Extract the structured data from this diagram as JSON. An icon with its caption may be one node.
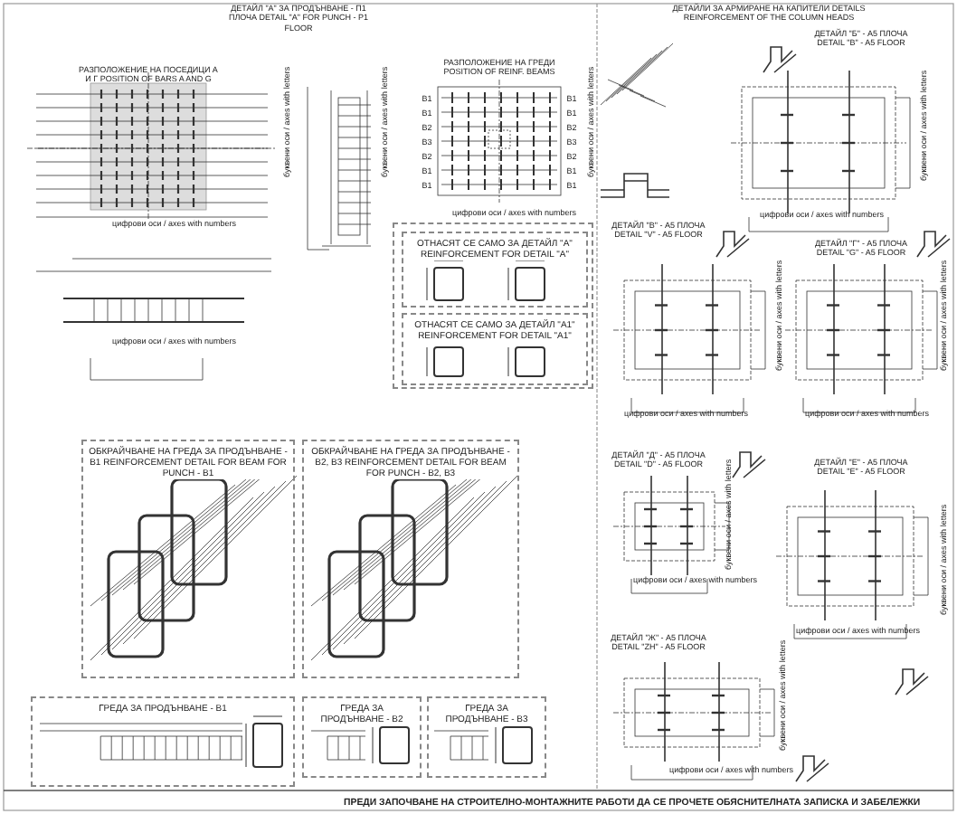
{
  "diagram": {
    "nodes": [
      {
        "text": [],
        "shape": "box"
      },
      {
        "text": [
          "ОТНАСЯТ СЕ САМО ЗА ДЕТАЙЛ \"А\" REINFORCEMENT FOR DETAIL \"A\""
        ],
        "in": 0
      },
      {
        "text": [
          "ОТНАСЯТ СЕ САМО ЗА ДЕТАЙЛ \"А1\" REINFORCEMENT FOR DETAIL \"A1\""
        ],
        "in": 0
      },
      {
        "text": [
          "ОБКРАЙЧВАНЕ НА ГРЕДА ЗА ПРОДЪНВАНЕ - B1 REINFORCEMENT DETAIL FOR BEAM FOR PUNCH - B1"
        ]
      },
      {
        "text": [
          "ОБКРАЙЧВАНЕ НА ГРЕДА ЗА ПРОДЪНВАНЕ - B2, B3 REINFORCEMENT DETAIL FOR BEAM FOR PUNCH - B2, B3"
        ]
      },
      {
        "text": [
          "ГРЕДА ЗА ПРОДЪНВАНЕ - B1"
        ]
      },
      {
        "text": [
          "ГРЕДА ЗА ПРОДЪНВАНЕ - B2"
        ]
      },
      {
        "text": [
          "ГРЕДА ЗА ПРОДЪНВАНЕ - B3"
        ]
      }
    ],
    "edges": [],
    "labels": [
      "ДЕТАЙЛ \"А\" ЗА ПРОДЪНВАНЕ - П1 ПЛОЧА DETAIL \"A\" FOR PUNCH - P1 FLOOR",
      "РАЗПОЛОЖЕНИЕ НА ПОСЕДИЦИ А И Г POSITION OF BARS A AND G",
      "буквени оси / axes with letters",
      "цифрови оси / axes with numbers",
      "буквени оси / axes with letters",
      "РАЗПОЛОЖЕНИЕ НА ГРЕДИ POSITION OF REINF. BEAMS",
      "B1",
      "B1",
      "B2",
      "B3",
      "B2",
      "B1",
      "B1",
      "B1",
      "B1",
      "B2",
      "B3",
      "B2",
      "B1",
      "B1",
      "буквени оси / axes with letters",
      "цифрови оси / axes with numbers",
      "цифрови оси / axes with numbers",
      "ДЕТАЙЛИ ЗА АРМИРАНЕ НА КАПИТЕЛИ DETAILS REINFORCEMENT OF THE COLUMN HEADS",
      "ДЕТАЙЛ \"Б\" - А5 ПЛОЧА DETAIL \"B\" - A5 FLOOR",
      "буквени оси / axes with letters",
      "цифрови оси / axes with numbers",
      "ДЕТАЙЛ \"В\" - А5 ПЛОЧА DETAIL \"V\" - A5 FLOOR",
      "буквени оси / axes with letters",
      "цифрови оси / axes with numbers",
      "ДЕТАЙЛ \"Г\" - А5 ПЛОЧА DETAIL \"G\" - A5 FLOOR",
      "буквени оси / axes with letters",
      "цифрови оси / axes with numbers",
      "ДЕТАЙЛ \"Д\" - А5 ПЛОЧА DETAIL \"D\" - A5 FLOOR",
      "буквени оси / axes with letters",
      "цифрови оси / axes with numbers",
      "ДЕТАЙЛ \"Е\" - А5 ПЛОЧА DETAIL \"E\" - A5 FLOOR",
      "буквени оси / axes with letters",
      "цифрови оси / axes with numbers",
      "ДЕТАЙЛ \"Ж\" - А5 ПЛОЧА DETAIL \"ZH\" - A5 FLOOR",
      "буквени оси / axes with letters",
      "цифрови оси / axes with numbers",
      "ПРЕДИ ЗАПОЧВАНЕ НА СТРОИТЕЛНО-МОНТАЖНИТЕ РАБОТИ ДА СЕ ПРОЧЕТЕ ОБЯСНИТЕЛНАТА ЗАПИСКА И ЗАБЕЛЕЖКИ"
    ]
  }
}
